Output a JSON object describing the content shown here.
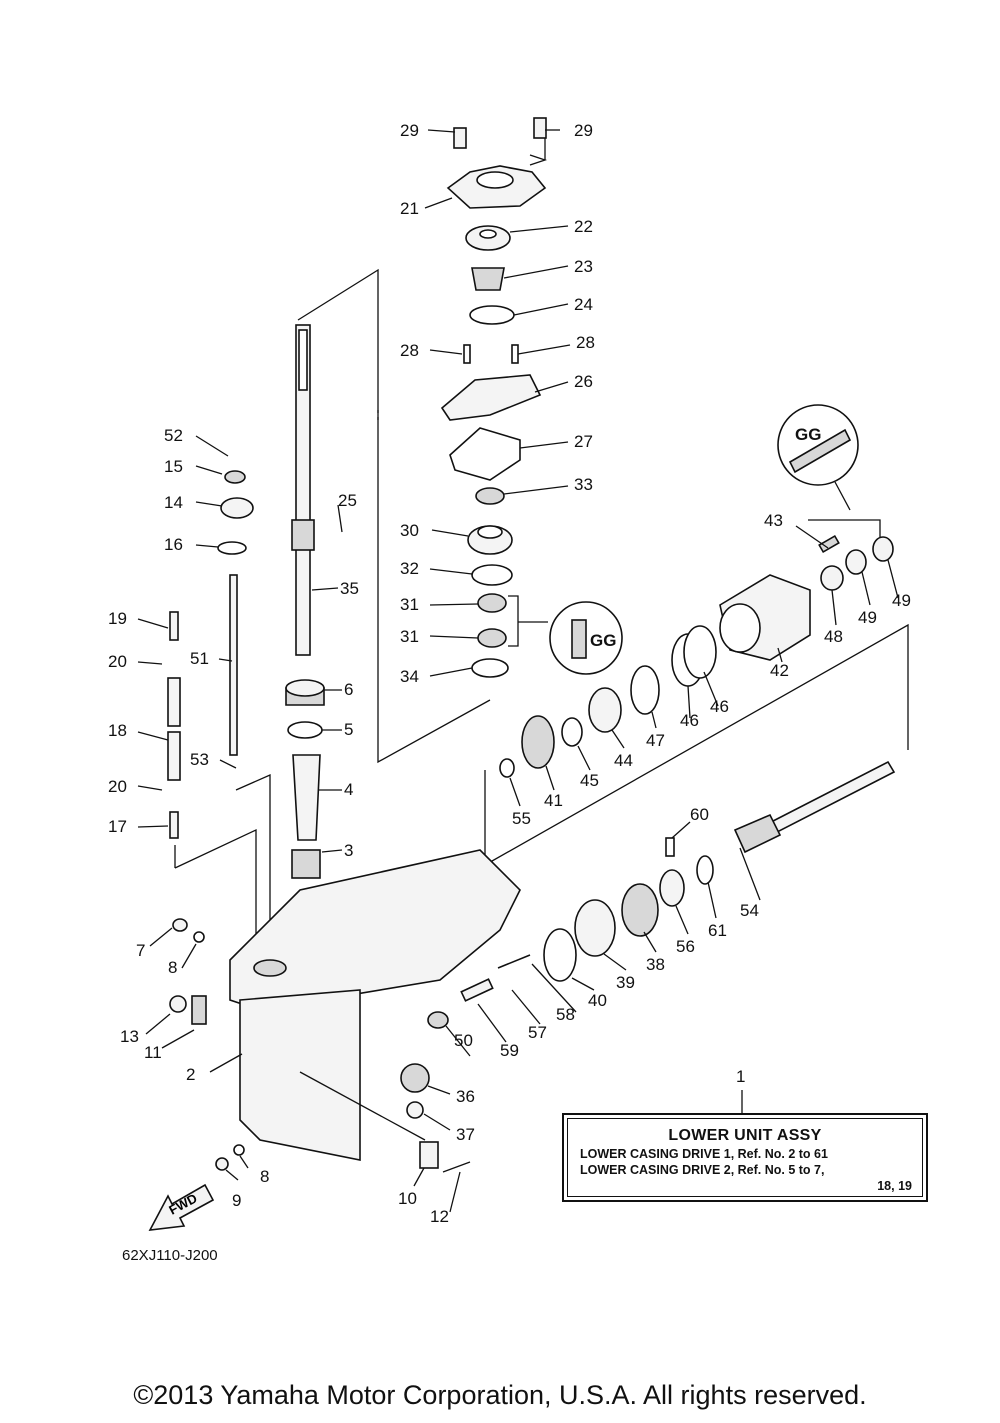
{
  "drawing_id": "62XJ110-J200",
  "copyright": "©2013 Yamaha Motor Corporation, U.S.A. All rights reserved.",
  "fwd_label": "FWD",
  "grease_mark": "GG",
  "assembly": {
    "callout": "1",
    "title": "LOWER UNIT ASSY",
    "line1": "LOWER  CASING  DRIVE  1,   Ref.  No.  2  to  61",
    "line2": "LOWER  CASING  DRIVE  2,   Ref.  No.  5  to  7,",
    "line3": "18,  19"
  },
  "callouts": [
    "29",
    "29",
    "21",
    "22",
    "23",
    "24",
    "28",
    "28",
    "26",
    "27",
    "33",
    "30",
    "32",
    "31",
    "31",
    "34",
    "52",
    "15",
    "14",
    "16",
    "25",
    "35",
    "19",
    "20",
    "51",
    "18",
    "53",
    "20",
    "17",
    "6",
    "5",
    "4",
    "3",
    "43",
    "49",
    "49",
    "48",
    "42",
    "46",
    "46",
    "47",
    "44",
    "45",
    "41",
    "55",
    "60",
    "54",
    "61",
    "56",
    "38",
    "39",
    "40",
    "58",
    "57",
    "59",
    "50",
    "36",
    "37",
    "7",
    "8",
    "13",
    "11",
    "2",
    "8",
    "9",
    "10",
    "12"
  ]
}
